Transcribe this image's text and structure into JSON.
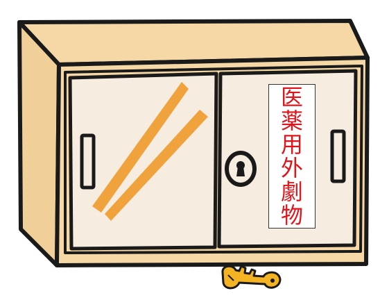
{
  "cabinet": {
    "label": {
      "text": "医薬用外劇物",
      "chars": [
        "医",
        "薬",
        "用",
        "外",
        "劇",
        "物"
      ],
      "color": "#e0141a"
    },
    "colors": {
      "body": "#f5d8a6",
      "glass": "#f6ece0",
      "outline": "#1a1a1a",
      "reflection": "#f0a23c",
      "key": "#f4b322"
    }
  }
}
